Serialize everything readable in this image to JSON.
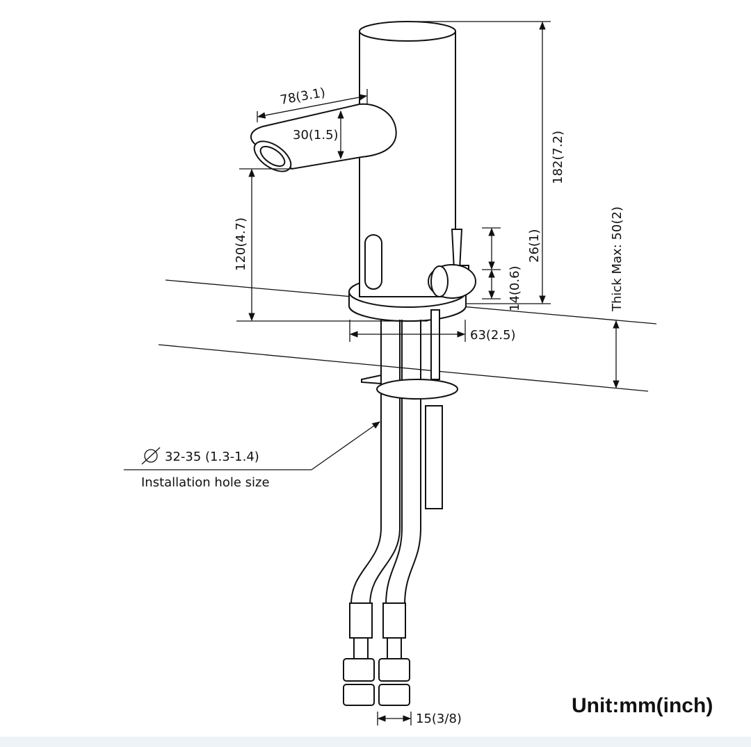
{
  "dimensions": {
    "spout_length": "78(3.1)",
    "spout_height": "30(1.5)",
    "total_height": "182(7.2)",
    "spout_clearance": "120(4.7)",
    "handle_height": "26(1)",
    "handle_offset": "14(0.6)",
    "base_diameter": "63(2.5)",
    "max_thickness": "Thick Max: 50(2)",
    "hose_spacing": "15(3/8)"
  },
  "hole": {
    "size": "32-35 (1.3-1.4)",
    "label": "Installation hole size"
  },
  "unit_label": "Unit:mm(inch)"
}
